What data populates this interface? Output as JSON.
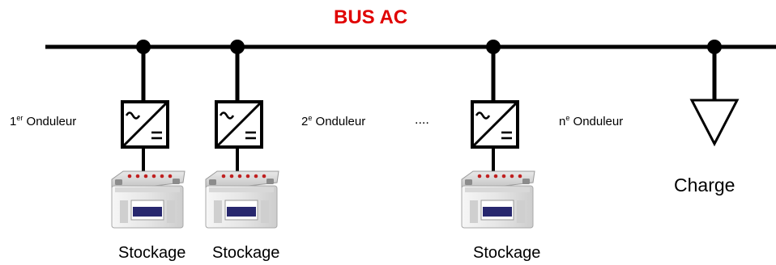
{
  "bus": {
    "title": "BUS AC",
    "title_color": "#e00000"
  },
  "inverters": [
    {
      "num": "1",
      "sup": "er",
      "text": " Onduleur"
    },
    {
      "num": "2",
      "sup": "e",
      "text": " Onduleur"
    },
    {
      "num": "n",
      "sup": "e",
      "text": " Onduleur"
    }
  ],
  "ellipsis": "....",
  "inverter_symbol": {
    "ac": "~",
    "dc": "="
  },
  "storage_labels": [
    "Stockage",
    "Stockage",
    "Stockage"
  ],
  "load_label": "Charge",
  "icons": [
    "inverter-icon",
    "battery-icon",
    "load-triangle-icon"
  ],
  "colors": {
    "line": "#000000",
    "title": "#e00000",
    "battery_stripe": "#27276e"
  }
}
